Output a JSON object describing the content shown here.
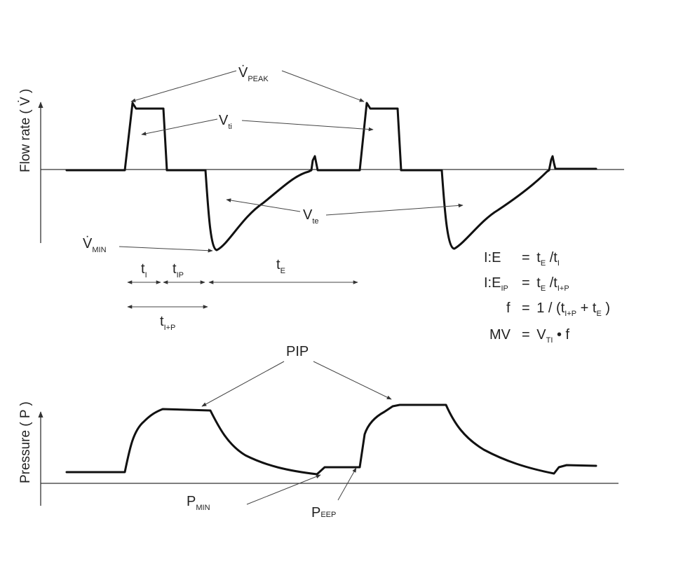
{
  "flow_axis_label": "Flow rate ( V̇ )",
  "pressure_axis_label": "Pressure ( P )",
  "labels": {
    "vpeak": {
      "main": "V̇",
      "sub": "PEAK"
    },
    "vti": {
      "main": "V",
      "sub": "ti"
    },
    "vte": {
      "main": "V",
      "sub": "te"
    },
    "vmin": {
      "main": "V̇",
      "sub": "MIN"
    },
    "ti": {
      "main": "t",
      "sub": "I"
    },
    "tip": {
      "main": "t",
      "sub": "IP"
    },
    "te": {
      "main": "t",
      "sub": "E"
    },
    "tiplusp": {
      "main": "t",
      "sub": "I+P"
    },
    "pip": "PIP",
    "pmin": {
      "main": "P",
      "sub": "MIN"
    },
    "peep": {
      "main": "P",
      "sub": "EEP"
    }
  },
  "formulas": {
    "ie": {
      "lhs": "I:E",
      "eq": "=",
      "t1": "t",
      "t1sub": "E",
      "slash": "/",
      "t2": "t",
      "t2sub": "I"
    },
    "ieip": {
      "lhs": "I:E",
      "lhssub": "IP",
      "eq": "=",
      "t1": "t",
      "t1sub": "E",
      "slash": "/",
      "t2": "t",
      "t2sub": "I+P"
    },
    "f": {
      "lhs": "f",
      "eq": "=",
      "rhs_a": "1 / (t",
      "rhs_asub": "I+P",
      "rhs_b": " + t",
      "rhs_bsub": "E",
      "rhs_c": ")"
    },
    "mv": {
      "lhs": "MV",
      "eq": "=",
      "v": "V",
      "vsub": "TI",
      "rest": " • f"
    }
  }
}
